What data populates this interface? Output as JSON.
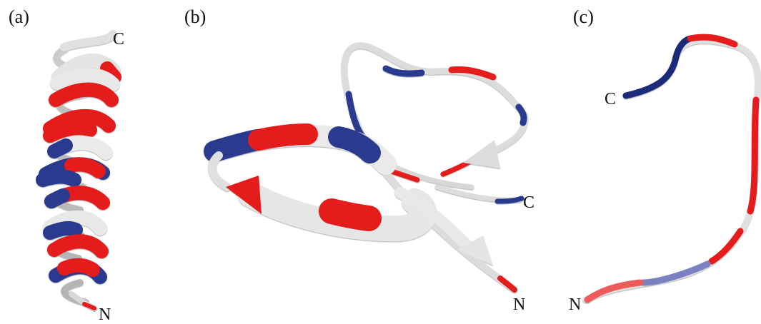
{
  "panels": [
    {
      "label": "(a)",
      "c_term": "C",
      "n_term": "N",
      "structure": "alpha-helix"
    },
    {
      "label": "(b)",
      "c_term": "C",
      "n_term": "N",
      "structure": "beta-sheet"
    },
    {
      "label": "(c)",
      "c_term": "C",
      "n_term": "N",
      "structure": "random-coil"
    }
  ],
  "colors": {
    "red": "#e41a1c",
    "blue": "#2b3a8f",
    "white": "#eeeeee",
    "light_blue": "#7a80c0",
    "light_red": "#ef5a5a"
  }
}
